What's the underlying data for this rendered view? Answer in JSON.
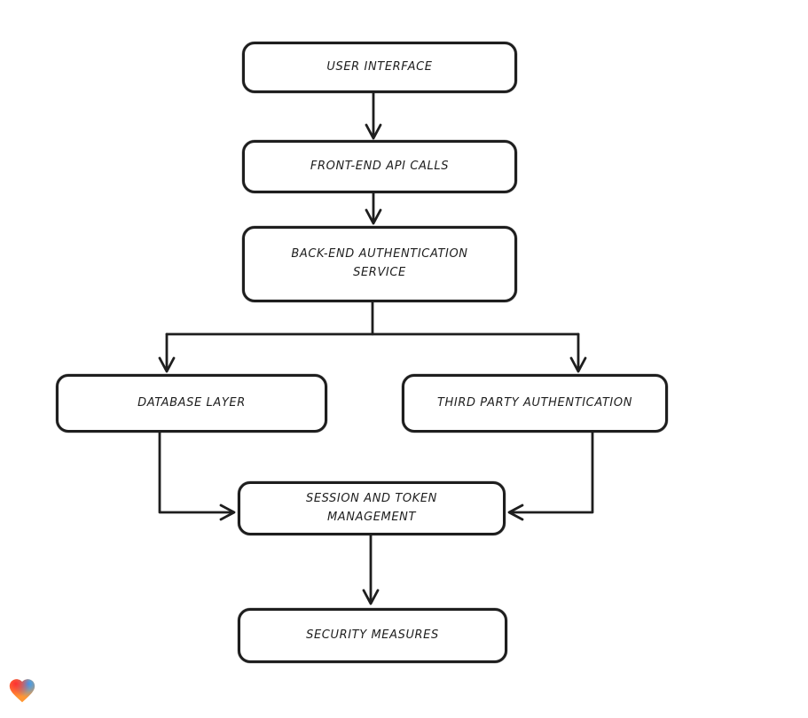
{
  "page": {
    "background_color": "#ffffff"
  },
  "diagram": {
    "type": "flowchart",
    "stroke_color": "#1e1e1e",
    "node_fill_color": "#ffffff",
    "nodes": {
      "user_interface": {
        "label": "USER INTERFACE"
      },
      "frontend_api": {
        "label": "FRONT-END API CALLS"
      },
      "backend_auth": {
        "label": "BACK-END AUTHENTICATION SERVICE"
      },
      "database_layer": {
        "label": "DATABASE LAYER"
      },
      "third_party_auth": {
        "label": "THIRD PARTY AUTHENTICATION"
      },
      "session_token": {
        "label": "SESSION AND TOKEN MANAGEMENT"
      },
      "security_measures": {
        "label": "SECURITY MEASURES"
      }
    },
    "edges": [
      {
        "from": "user_interface",
        "to": "frontend_api"
      },
      {
        "from": "frontend_api",
        "to": "backend_auth"
      },
      {
        "from": "backend_auth",
        "to": "database_layer"
      },
      {
        "from": "backend_auth",
        "to": "third_party_auth"
      },
      {
        "from": "database_layer",
        "to": "session_token"
      },
      {
        "from": "third_party_auth",
        "to": "session_token"
      },
      {
        "from": "session_token",
        "to": "security_measures"
      }
    ]
  },
  "logo": {
    "icon": "gradient-heart",
    "colors": {
      "red": "#ff3131",
      "blue": "#2e9fff",
      "orange": "#ff9633"
    }
  }
}
